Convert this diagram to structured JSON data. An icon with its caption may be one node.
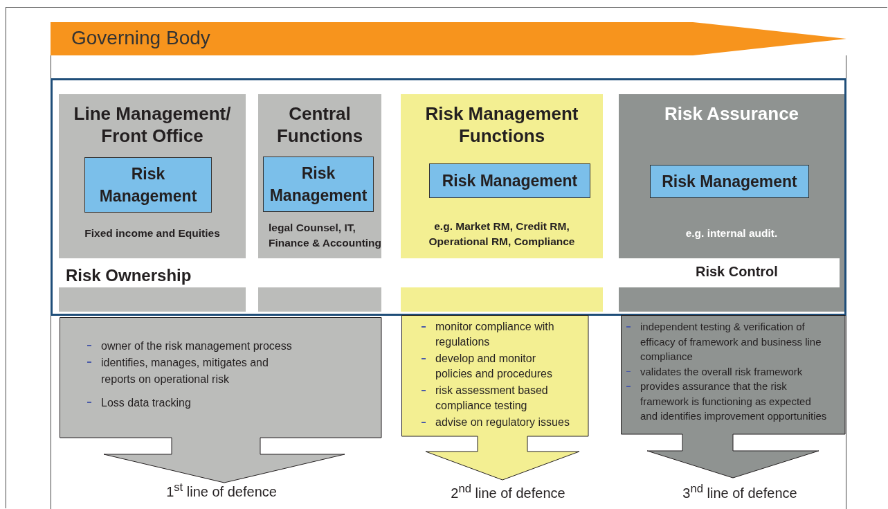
{
  "diagram": {
    "nodes": [
      {
        "text": [
          "Governing Body"
        ]
      },
      {
        "text": [],
        "shape": "box"
      },
      {
        "text": [
          "Line Management/ Front Office",
          "Fixed income and Equities"
        ],
        "in": 1
      },
      {
        "text": [
          "Risk Management"
        ],
        "in": 2
      },
      {
        "text": [
          "Central Functions",
          "legal Counsel, IT, Finance & Accounting"
        ],
        "in": 1
      },
      {
        "text": [
          "Risk Management"
        ],
        "in": 4
      },
      {
        "text": [
          "Risk Management Functions",
          "e.g. Market RM, Credit RM, Operational RM, Compliance"
        ],
        "in": 1
      },
      {
        "text": [
          "Risk Management"
        ],
        "in": 6
      },
      {
        "text": [
          "Risk Assurance",
          "e.g. internal audit."
        ],
        "in": 1
      },
      {
        "text": [
          "Risk Management"
        ],
        "in": 8
      },
      {
        "text": [
          "owner of the risk management process",
          "identifies, manages, mitigates and reports on operational risk",
          "Loss data tracking"
        ],
        "beside": [
          "1$^{st}$ line of defence"
        ]
      },
      {
        "text": [
          "monitor compliance with regulations",
          "develop and monitor policies and procedures",
          "risk assessment based compliance testing",
          "advise on regulatory issues"
        ],
        "beside": [
          "2$^{nd}$ line of defence"
        ]
      },
      {
        "text": [
          "independent testing & verification of efficacy of framework and business line compliance",
          "validates the overall risk framework",
          "provides assurance that the risk framework is functioning as expected and identifies improvement opportunities"
        ],
        "beside": [
          "3$^{nd}$ line of defence"
        ]
      }
    ],
    "edges": [],
    "labels": [
      "Risk Ownership",
      "Risk Control"
    ]
  }
}
